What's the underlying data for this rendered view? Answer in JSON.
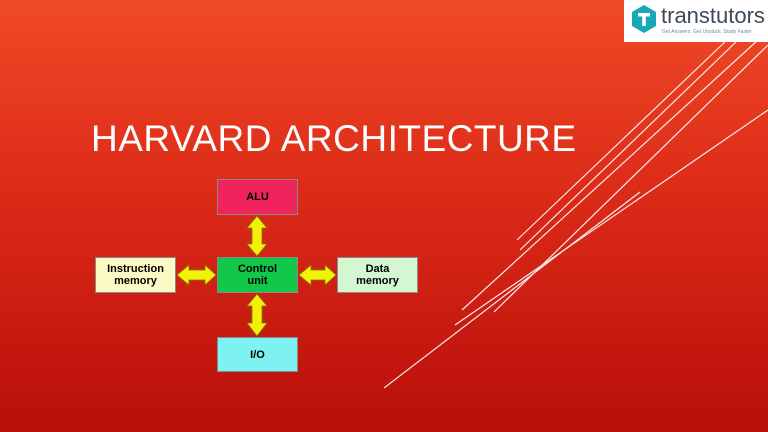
{
  "slide": {
    "title": "HARVARD ARCHITECTURE"
  },
  "logo": {
    "name": "transtutors",
    "tagline": "Get Answers. Get Unstuck. Study Faster"
  },
  "diagram": {
    "alu": "ALU",
    "control_unit": [
      "Control",
      "unit"
    ],
    "io": "I/O",
    "instruction_memory": [
      "Instruction",
      "memory"
    ],
    "data_memory": [
      "Data",
      "memory"
    ]
  },
  "colors": {
    "background_top": "#f04a26",
    "background_bottom": "#b80f0a",
    "alu": "#f0245c",
    "control_unit": "#11c84a",
    "io": "#7ef2f2",
    "instruction_memory": "#fcf9c4",
    "data_memory": "#d4f7d2",
    "arrow": "#f2f208"
  }
}
